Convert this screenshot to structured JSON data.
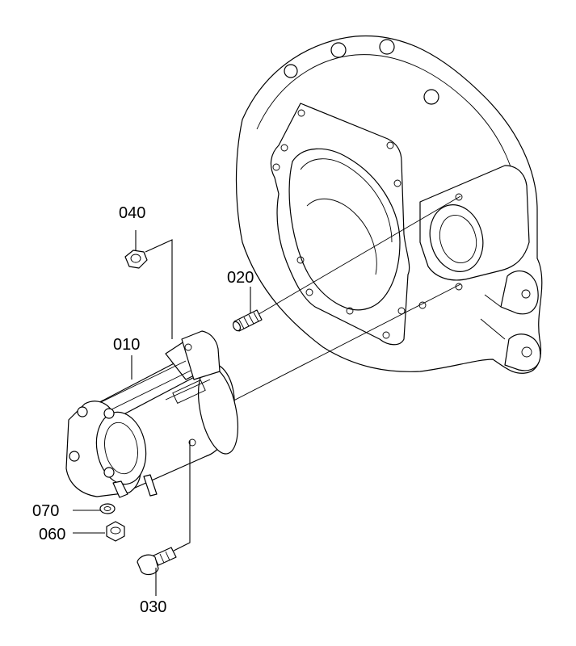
{
  "labels": {
    "p010": "010",
    "p020": "020",
    "p030": "030",
    "p040": "040",
    "p060": "060",
    "p070": "070"
  },
  "colors": {
    "line": "#000000",
    "background": "#ffffff"
  }
}
